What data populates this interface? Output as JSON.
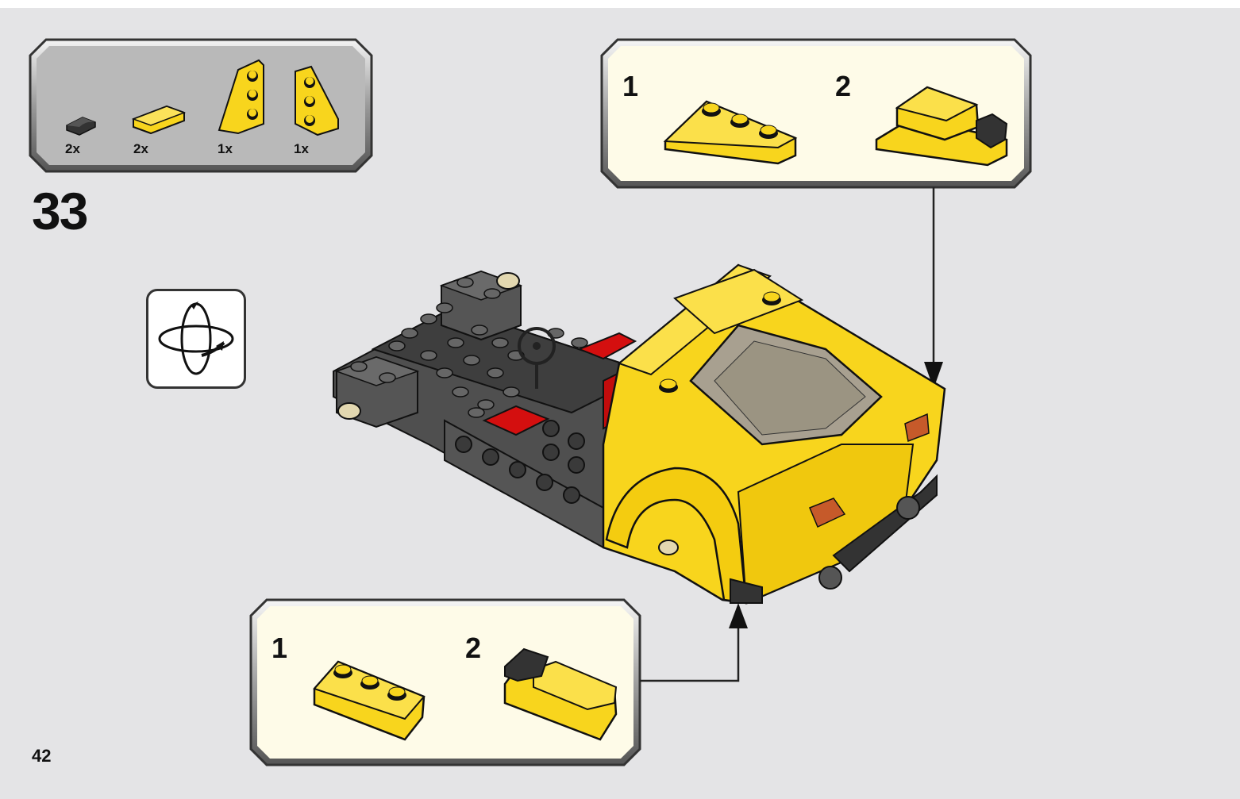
{
  "step": {
    "number": "33"
  },
  "page": {
    "number": "42"
  },
  "parts_callout": {
    "items": [
      {
        "qty": "2x",
        "icon": "dark-round-tile-icon"
      },
      {
        "qty": "2x",
        "icon": "yellow-flat-tile-icon"
      },
      {
        "qty": "1x",
        "icon": "yellow-wedge-plate-left-icon"
      },
      {
        "qty": "1x",
        "icon": "yellow-wedge-plate-right-icon"
      }
    ]
  },
  "subassembly_top": {
    "step1_label": "1",
    "step2_label": "2"
  },
  "subassembly_bottom": {
    "step1_label": "1",
    "step2_label": "2"
  },
  "icons": {
    "rotate": "rotate-model-icon"
  },
  "colors": {
    "background": "#e4e4e6",
    "callout_fill": "#fefbe8",
    "parts_fill": "#b9b9b9",
    "lego_yellow": "#f8d51d",
    "lego_dark_gray": "#575757",
    "lego_red": "#d40f0f"
  }
}
